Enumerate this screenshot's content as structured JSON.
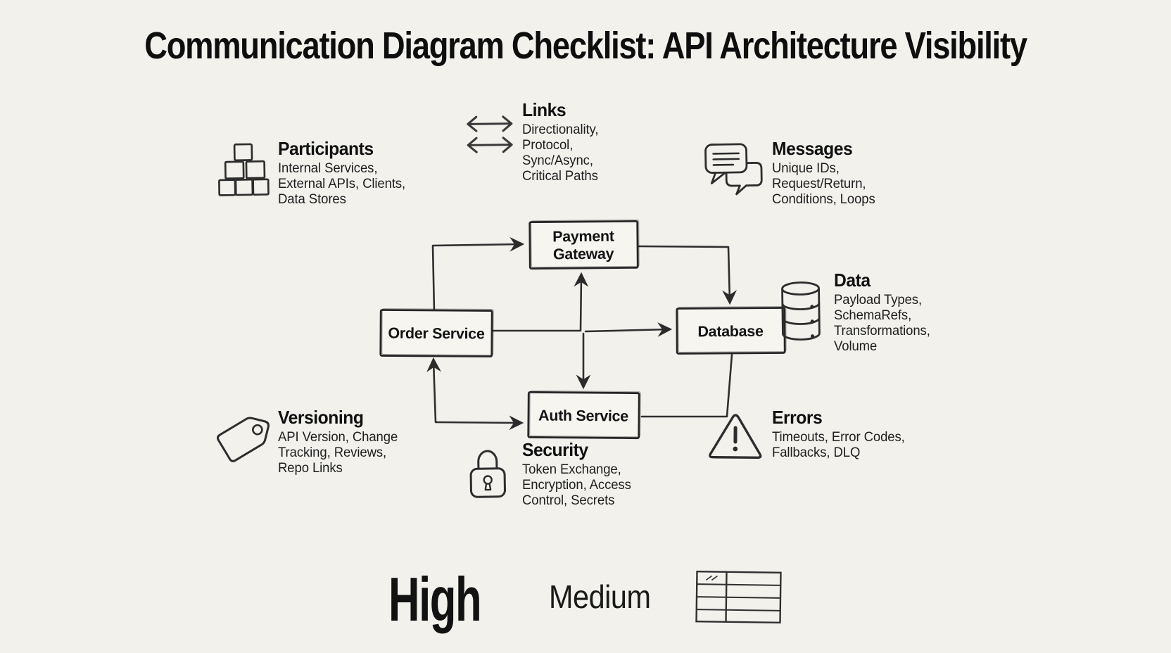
{
  "title": "Communication Diagram Checklist: API Architecture Visibility",
  "checklist": {
    "participants": {
      "heading": "Participants",
      "icon": "stacked-blocks-icon",
      "lines": [
        "Internal Services,",
        "External APIs, Clients,",
        "Data Stores"
      ]
    },
    "links": {
      "heading": "Links",
      "icon": "double-arrow-icon",
      "lines": [
        "Directionality,",
        "Protocol,",
        "Sync/Async,",
        "Critical Paths"
      ]
    },
    "messages": {
      "heading": "Messages",
      "icon": "chat-bubbles-icon",
      "lines": [
        "Unique IDs,",
        "Request/Return,",
        "Conditions, Loops"
      ]
    },
    "data": {
      "heading": "Data",
      "icon": "database-icon",
      "lines": [
        "Payload Types,",
        "SchemaRefs,",
        "Transformations,",
        "Volume"
      ]
    },
    "versioning": {
      "heading": "Versioning",
      "icon": "tag-icon",
      "lines": [
        "API Version, Change",
        "Tracking, Reviews,",
        "Repo Links"
      ]
    },
    "security": {
      "heading": "Security",
      "icon": "padlock-icon",
      "lines": [
        "Token Exchange,",
        "Encryption, Access",
        "Control, Secrets"
      ]
    },
    "errors": {
      "heading": "Errors",
      "icon": "warning-triangle-icon",
      "lines": [
        "Timeouts, Error Codes,",
        "Fallbacks, DLQ"
      ]
    }
  },
  "diagram": {
    "nodes": [
      {
        "id": "payment-gateway",
        "lines": [
          "Payment",
          "Gateway"
        ]
      },
      {
        "id": "order-service",
        "lines": [
          "Order Service"
        ]
      },
      {
        "id": "database",
        "lines": [
          "Database"
        ]
      },
      {
        "id": "auth-service",
        "lines": [
          "Auth Service"
        ]
      }
    ],
    "edges": [
      {
        "from": "order-service",
        "to": "payment-gateway",
        "route": "up-then-right",
        "arrowheads": [
          "payment-gateway"
        ]
      },
      {
        "from": "payment-gateway",
        "to": "database",
        "route": "right-then-down",
        "arrowheads": [
          "database"
        ]
      },
      {
        "from": "order-service",
        "to": "payment-gateway",
        "route": "right-then-up",
        "arrowheads": [
          "payment-gateway"
        ]
      },
      {
        "from": "order-service",
        "to": "database",
        "route": "right",
        "arrowheads": [
          "database"
        ]
      },
      {
        "from": "order-service",
        "to": "auth-service",
        "route": "right-then-down",
        "arrowheads": [
          "auth-service"
        ]
      },
      {
        "from": "database",
        "to": "auth-service",
        "route": "down-then-left",
        "arrowheads": []
      },
      {
        "from": "auth-service",
        "to": "order-service",
        "route": "left-then-up",
        "arrowheads": [
          "order-service",
          "auth-service"
        ]
      }
    ]
  },
  "priority_labels": {
    "high": "High",
    "medium": "Medium",
    "table_icon": "table-icon"
  },
  "colors": {
    "background": "#f2f1ec",
    "ink": "#262626",
    "box_fill": "#f6f5f0"
  }
}
